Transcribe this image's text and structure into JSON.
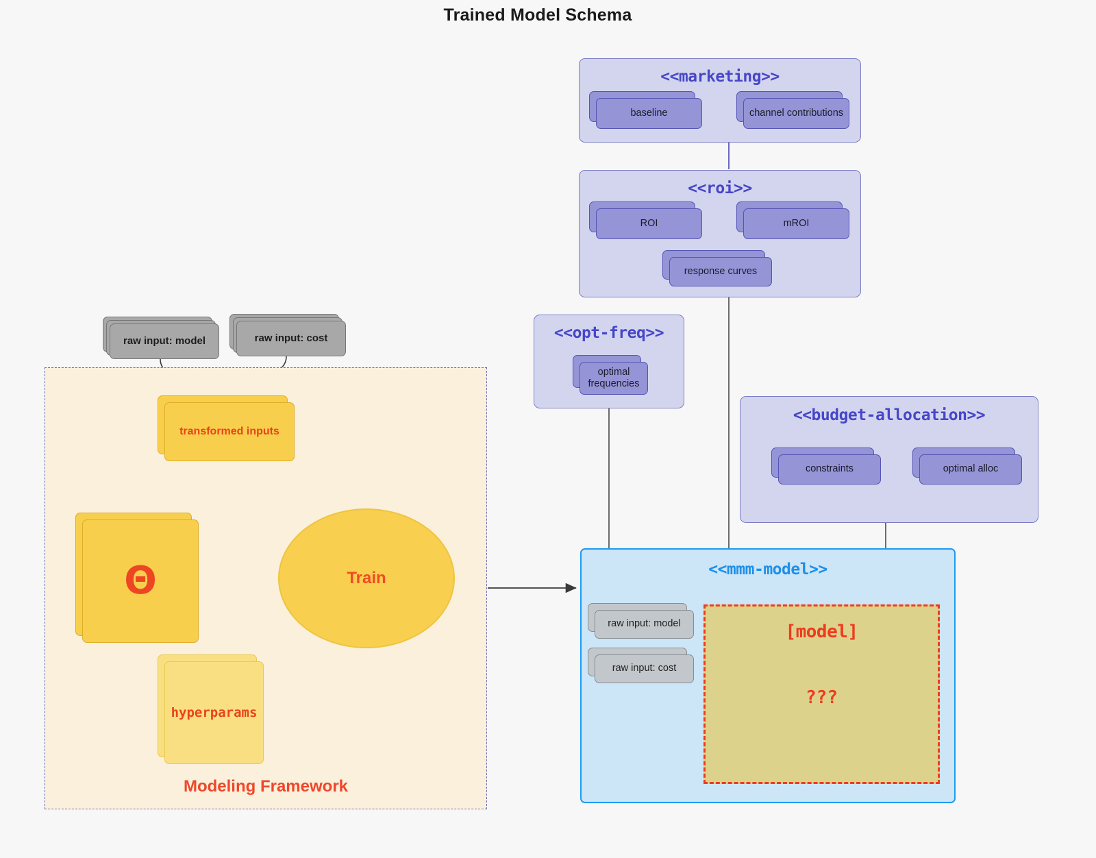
{
  "title": "Trained Model Schema",
  "colors": {
    "background": "#f7f7f7",
    "package_fill": "#d3d5ee",
    "package_stroke": "#7c7cc4",
    "package_title": "#4646c8",
    "node_purple": "#9494d6",
    "node_grey": "#a8a8a8",
    "node_grey_light": "#c2c7cb",
    "node_gold": "#f8cf4c",
    "node_gold_light": "#fadf82",
    "accent_red": "#ef3b1e",
    "mmm_fill": "#cce5f7",
    "mmm_stroke": "#1d9bf0",
    "model_fill": "#ddd28c",
    "framework_fill": "#faf0dc",
    "framework_stroke": "#6b6bb8"
  },
  "packages": {
    "marketing": {
      "title": "<<marketing>>",
      "nodes": [
        {
          "label": "baseline"
        },
        {
          "label": "channel contributions"
        }
      ]
    },
    "roi": {
      "title": "<<roi>>",
      "nodes": [
        {
          "label": "ROI"
        },
        {
          "label": "mROI"
        },
        {
          "label": "response curves"
        }
      ]
    },
    "opt_freq": {
      "title": "<<opt-freq>>",
      "nodes": [
        {
          "label": "optimal\nfrequencies"
        }
      ]
    },
    "budget_allocation": {
      "title": "<<budget-allocation>>",
      "nodes": [
        {
          "label": "constraints"
        },
        {
          "label": "optimal alloc"
        }
      ]
    },
    "mmm_model": {
      "title": "<<mmm-model>>",
      "inputs": [
        {
          "label": "raw input: model"
        },
        {
          "label": "raw input: cost"
        }
      ],
      "model_box": {
        "title": "[model]",
        "body": "???"
      }
    }
  },
  "framework": {
    "label": "Modeling Framework",
    "raw_inputs": [
      {
        "label": "raw input: model"
      },
      {
        "label": "raw input: cost"
      }
    ],
    "transformed_inputs": {
      "label": "transformed inputs"
    },
    "theta": {
      "label": "Θ"
    },
    "hyperparams": {
      "label": "hyperparams"
    },
    "train": {
      "label": "Train"
    }
  }
}
